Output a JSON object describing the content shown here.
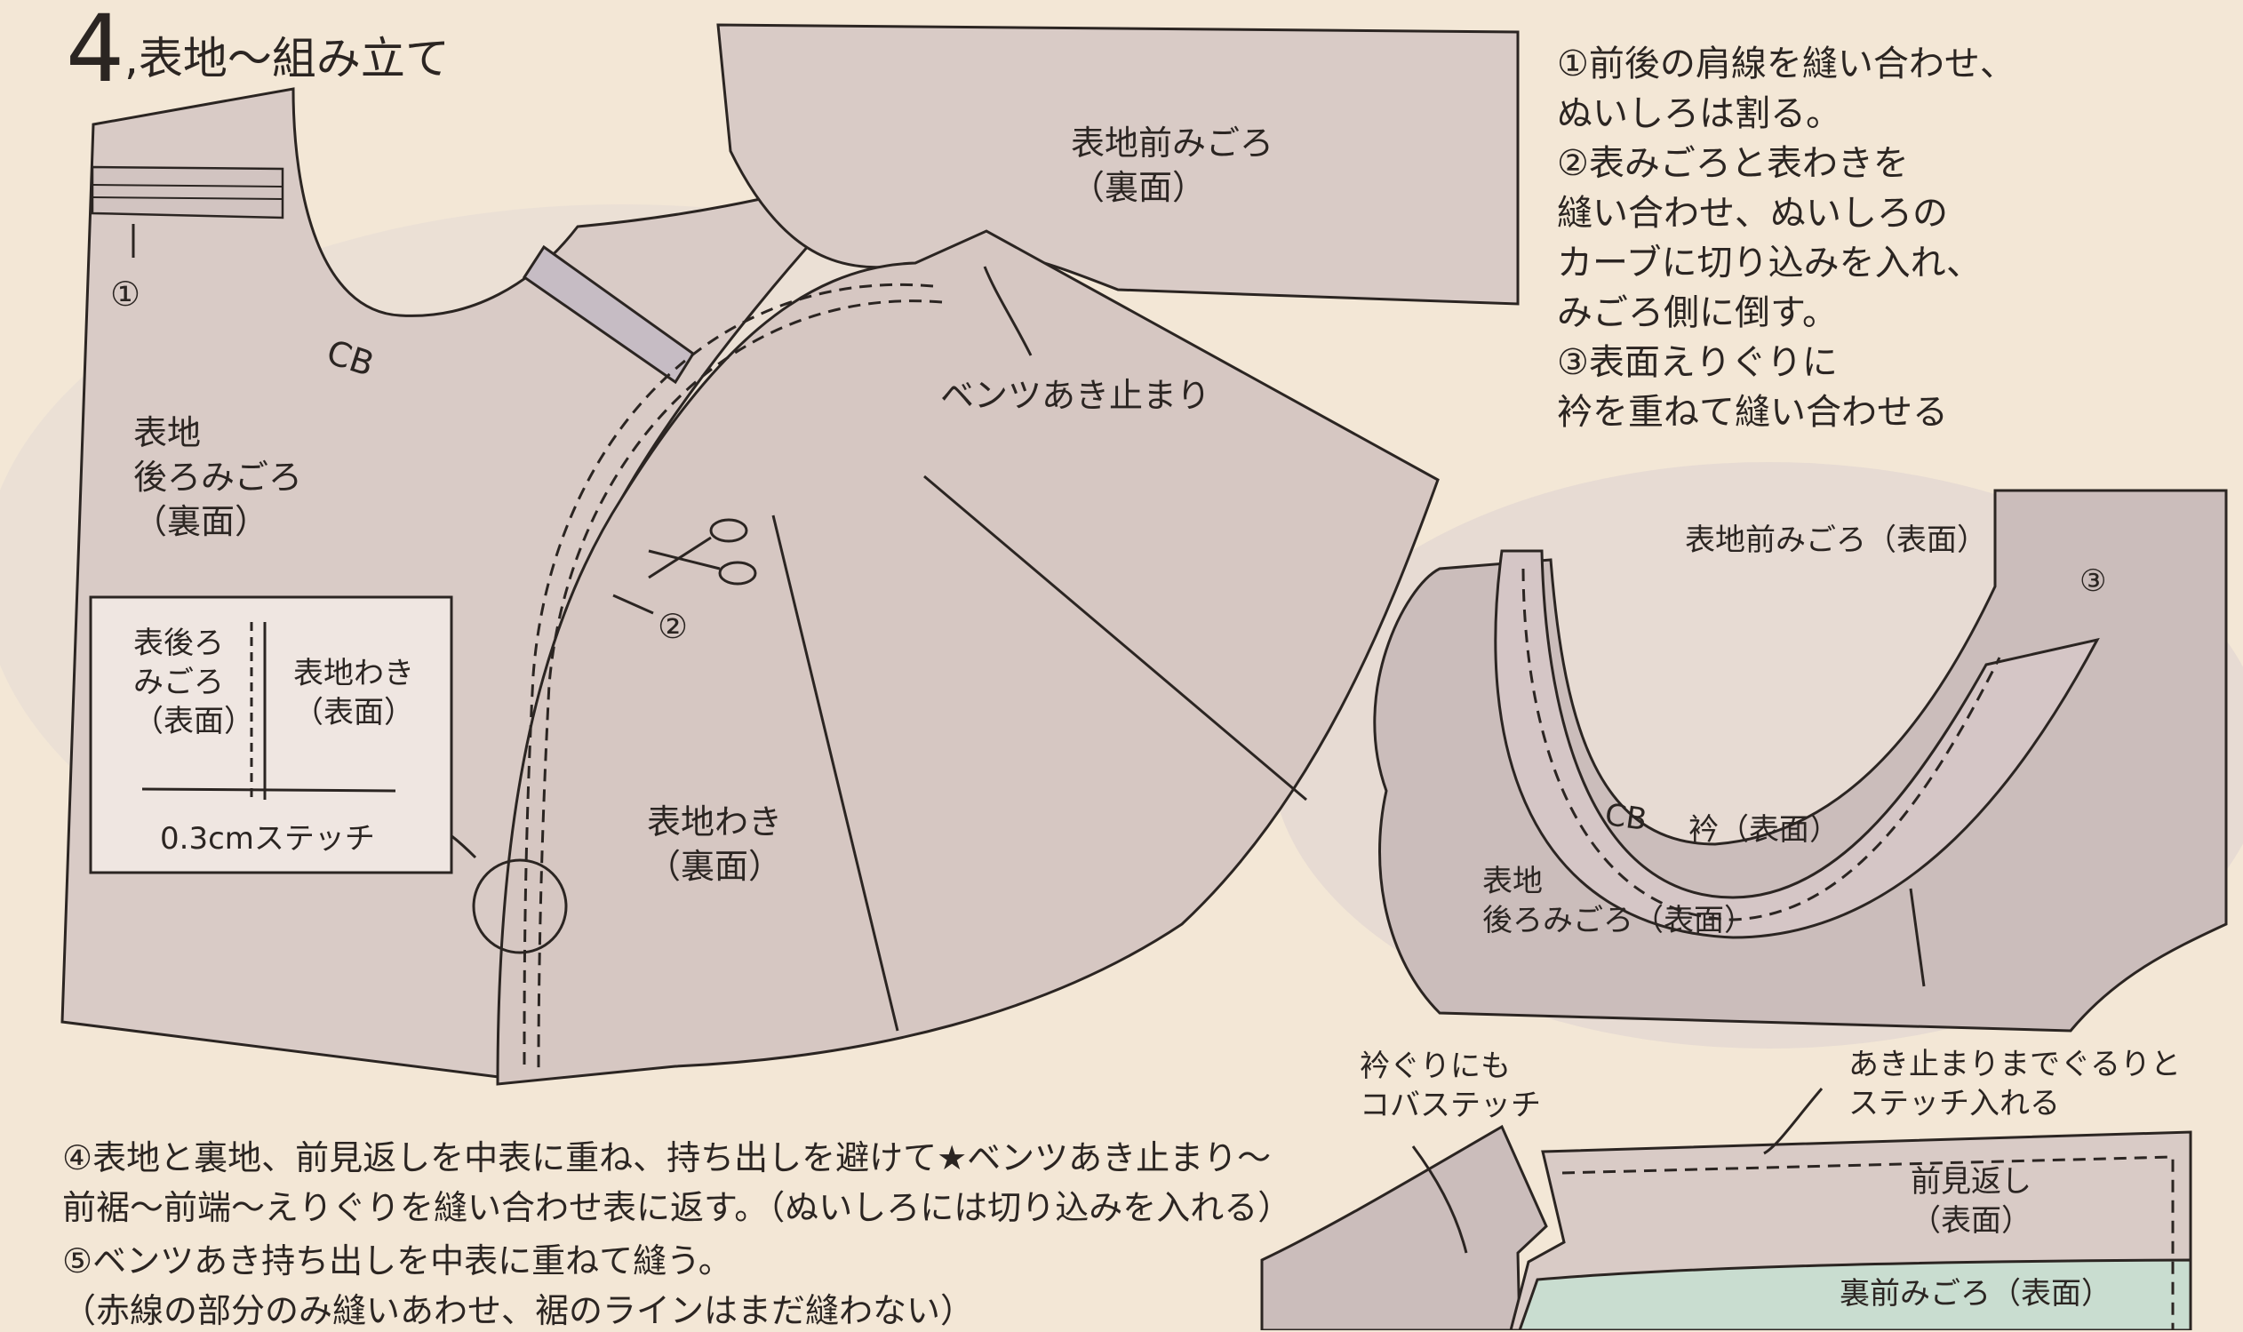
{
  "title": {
    "number": "4",
    "text": ",表地〜組み立て"
  },
  "steps": [
    "①前後の肩線を縫い合わせ、",
    "ぬいしろは割る。",
    "②表みごろと表わきを",
    "縫い合わせ、ぬいしろの",
    "カーブに切り込みを入れ、",
    "みごろ側に倒す。",
    "③表面えりぐりに",
    "衿を重ねて縫い合わせる"
  ],
  "left_diagram": {
    "front_body": "表地前みごろ\n（裏面）",
    "back_body": "表地\n後ろみごろ\n（裏面）",
    "side": "表地わき\n（裏面）",
    "vent_stop": "ベンツあき止まり",
    "cb": "CB",
    "marker1": "①",
    "marker2": "②"
  },
  "inset": {
    "back": "表後ろ\nみごろ\n（表面）",
    "side": "表地わき\n（表面）",
    "stitch": "0.3cmステッチ"
  },
  "right_diagram": {
    "front_body": "表地前みごろ（表面）",
    "back_body": "表地\n後ろみごろ（表面）",
    "collar": "衿（表面）",
    "cb": "CB",
    "marker3": "③"
  },
  "bottom_right": {
    "neck_stitch": "衿ぐりにも\nコバステッチ",
    "around_stitch": "あき止まりまでぐるりと\nステッチ入れる",
    "facing": "前見返し\n（表面）",
    "lining": "裏前みごろ（表面）"
  },
  "bottom_text": [
    "④表地と裏地、前見返しを中表に重ね、持ち出しを避けて★ベンツあき止まり〜",
    "前裾〜前端〜えりぐりを縫い合わせ表に返す。（ぬいしろには切り込みを入れる）",
    "⑤ベンツあき持ち出しを中表に重ねて縫う。",
    "（赤線の部分のみ縫いあわせ、裾のラインはまだ縫わない）"
  ],
  "colors": {
    "paper": "#f3e7d6",
    "fabric": "#d9cbc6",
    "fabric_dark": "#cbbdbb",
    "lining": "#c9ddd0",
    "line": "#2b2522"
  }
}
